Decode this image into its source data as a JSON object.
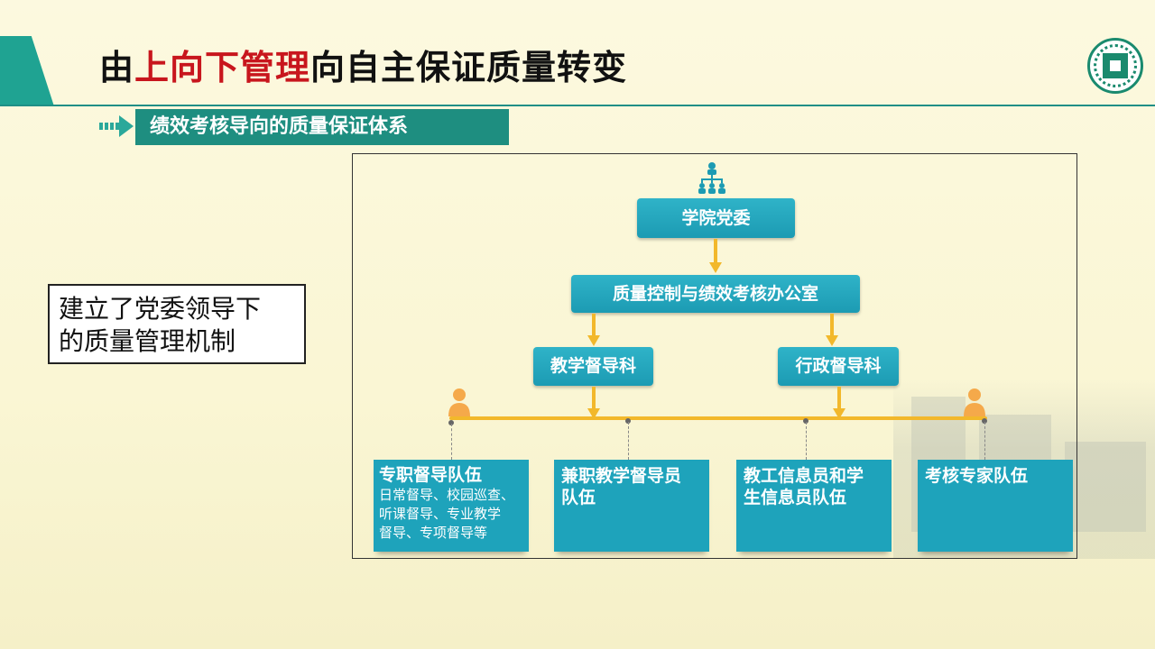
{
  "header": {
    "title_pre": "由",
    "title_highlight": "上向下管理",
    "title_post": "向自主保证质量转变"
  },
  "subtitle": "绩效考核导向的质量保证体系",
  "note": {
    "lines": [
      "建立了党委领导下",
      "的质量管理机制"
    ]
  },
  "diagram": {
    "top": "学院党委",
    "office": "质量控制与绩效考核办公室",
    "dept_left": "教学督导科",
    "dept_right": "行政督导科",
    "teams": [
      {
        "title": "专职督导队伍",
        "desc_lines": [
          "日常督导、校园巡查、",
          "听课督导、专业教学",
          "督导、专项督导等"
        ]
      },
      {
        "title_lines": [
          "兼职教学督导员",
          "队伍"
        ]
      },
      {
        "title_lines": [
          "教工信息员和学",
          "生信息员队伍"
        ]
      },
      {
        "title_lines": [
          "考核专家队伍"
        ]
      }
    ]
  },
  "colors": {
    "accent_teal": "#1e8e80",
    "node_blue": "#1fa0b8",
    "arrow_yellow": "#f2b82b",
    "title_red": "#c8161d"
  },
  "icons": [
    "hierarchy-icon",
    "person-icon",
    "arrow-right-icon",
    "school-logo"
  ]
}
